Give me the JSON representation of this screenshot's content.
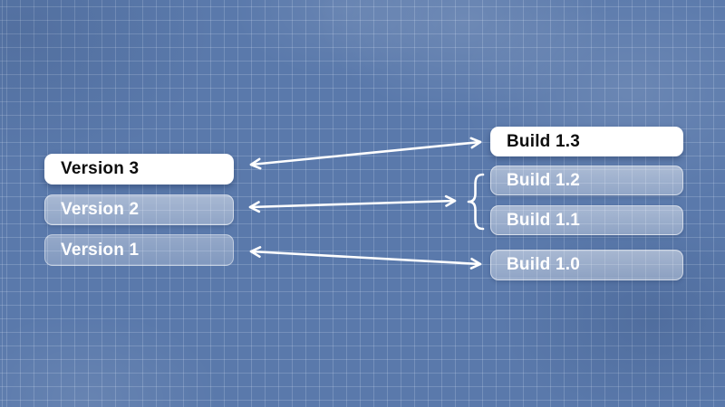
{
  "diagram": {
    "title_hint": "version-to-build mapping diagram on blueprint grid slide",
    "versions": [
      {
        "label": "Version 3",
        "style": "solid-white"
      },
      {
        "label": "Version 2",
        "style": "translucent"
      },
      {
        "label": "Version 1",
        "style": "translucent-light"
      }
    ],
    "builds": [
      {
        "label": "Build 1.3",
        "style": "solid-white"
      },
      {
        "label": "Build 1.2",
        "style": "translucent"
      },
      {
        "label": "Build 1.1",
        "style": "translucent"
      },
      {
        "label": "Build 1.0",
        "style": "translucent"
      }
    ],
    "connections": [
      {
        "from": "Version 3",
        "to": "Build 1.3",
        "type": "double-headed-arrow"
      },
      {
        "from": "Version 2",
        "to": "Build 1.2 and Build 1.1",
        "type": "double-headed-arrow-into-brace"
      },
      {
        "from": "Version 1",
        "to": "Build 1.0",
        "type": "double-headed-arrow"
      }
    ],
    "brace": {
      "symbol": "{",
      "groups": [
        "Build 1.2",
        "Build 1.1"
      ]
    },
    "colors": {
      "background": "#5a79ab",
      "grid_line": "rgba(225,236,250,0.20)",
      "solid_box_bg": "#ffffff",
      "solid_box_text": "#0d0d0d",
      "translucent_box_text": "#ffffff",
      "arrow": "#ffffff"
    }
  }
}
